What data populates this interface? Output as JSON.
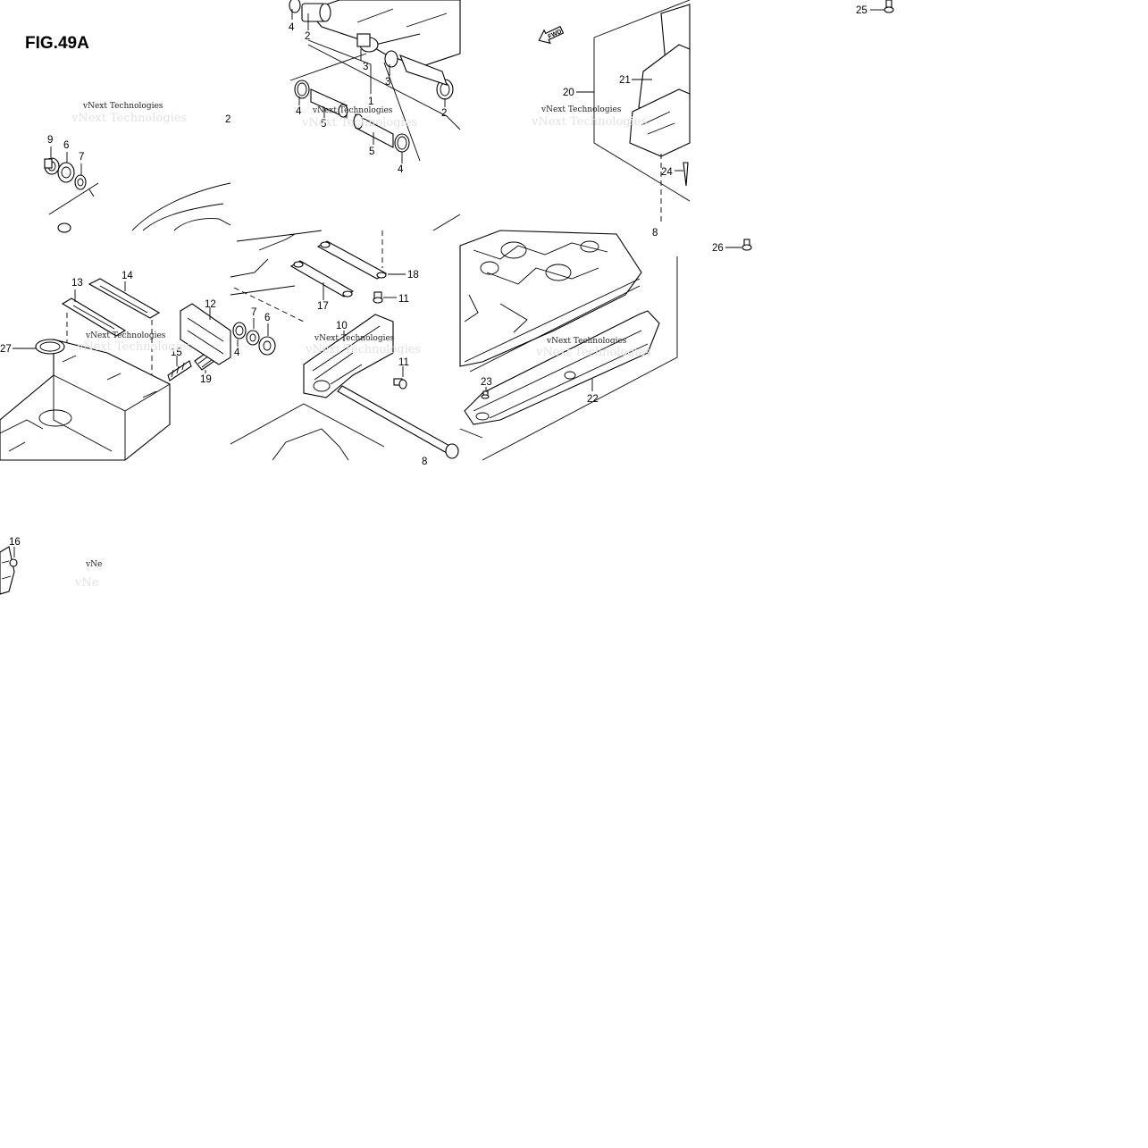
{
  "figure": {
    "title": "FIG.49A"
  },
  "watermark": {
    "text": "vNext Technologies",
    "partial_text": "vNe"
  },
  "direction_arrow": {
    "label": "FWD",
    "icon": "arrow-left-icon"
  },
  "callouts": {
    "p1": "1",
    "p2a": "2",
    "p2b": "2",
    "p2c": "2",
    "p3a": "3",
    "p3b": "3",
    "p4a": "4",
    "p4b": "4",
    "p4c": "4",
    "p4d": "4",
    "p5a": "5",
    "p5b": "5",
    "p6a": "6",
    "p6b": "6",
    "p7a": "7",
    "p7b": "7",
    "p8a": "8",
    "p8b": "8",
    "p9": "9",
    "p10": "10",
    "p11a": "11",
    "p11b": "11",
    "p12": "12",
    "p13": "13",
    "p14": "14",
    "p15": "15",
    "p16": "16",
    "p17": "17",
    "p18": "18",
    "p19": "19",
    "p20": "20",
    "p21": "21",
    "p22": "22",
    "p23": "23",
    "p24": "24",
    "p25": "25",
    "p26": "26",
    "p27": "27"
  },
  "colors": {
    "line": "#000000",
    "background": "#ffffff"
  }
}
